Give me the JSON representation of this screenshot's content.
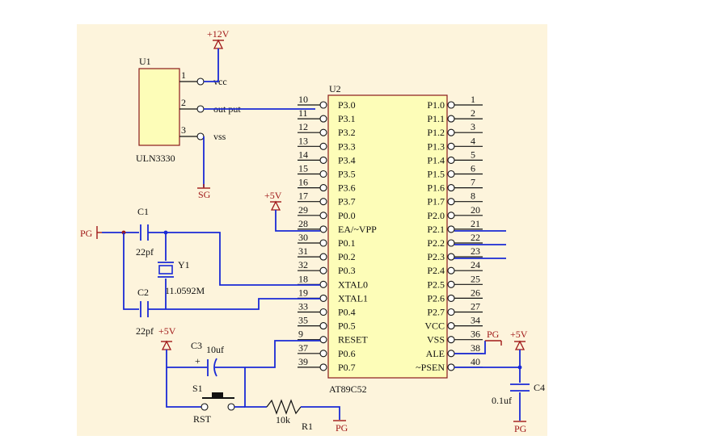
{
  "u1": {
    "designator": "U1",
    "part": "ULN3330",
    "pins": [
      {
        "num": "1",
        "name": "vcc"
      },
      {
        "num": "2",
        "name": "out put"
      },
      {
        "num": "3",
        "name": "vss"
      }
    ]
  },
  "u2": {
    "designator": "U2",
    "part": "AT89C52",
    "left_pins": [
      {
        "num": "10",
        "name": "P3.0"
      },
      {
        "num": "11",
        "name": "P3.1"
      },
      {
        "num": "12",
        "name": "P3.2"
      },
      {
        "num": "13",
        "name": "P3.3"
      },
      {
        "num": "14",
        "name": "P3.4"
      },
      {
        "num": "15",
        "name": "P3.5"
      },
      {
        "num": "16",
        "name": "P3.6"
      },
      {
        "num": "17",
        "name": "P3.7"
      },
      {
        "num": "29",
        "name": "P0.0"
      },
      {
        "num": "28",
        "name": "EA/~VPP"
      },
      {
        "num": "30",
        "name": "P0.1"
      },
      {
        "num": "31",
        "name": "P0.2"
      },
      {
        "num": "32",
        "name": "P0.3"
      },
      {
        "num": "18",
        "name": "XTAL0"
      },
      {
        "num": "19",
        "name": "XTAL1"
      },
      {
        "num": "33",
        "name": "P0.4"
      },
      {
        "num": "35",
        "name": "P0.5"
      },
      {
        "num": "9",
        "name": "RESET"
      },
      {
        "num": "37",
        "name": "P0.6"
      },
      {
        "num": "39",
        "name": "P0.7"
      }
    ],
    "right_pins": [
      {
        "num": "1",
        "name": "P1.0"
      },
      {
        "num": "2",
        "name": "P1.1"
      },
      {
        "num": "3",
        "name": "P1.2"
      },
      {
        "num": "4",
        "name": "P1.3"
      },
      {
        "num": "5",
        "name": "P1.4"
      },
      {
        "num": "6",
        "name": "P1.5"
      },
      {
        "num": "7",
        "name": "P1.6"
      },
      {
        "num": "8",
        "name": "P1.7"
      },
      {
        "num": "20",
        "name": "P2.0"
      },
      {
        "num": "21",
        "name": "P2.1"
      },
      {
        "num": "22",
        "name": "P2.2"
      },
      {
        "num": "23",
        "name": "P2.3"
      },
      {
        "num": "24",
        "name": "P2.4"
      },
      {
        "num": "25",
        "name": "P2.5"
      },
      {
        "num": "26",
        "name": "P2.6"
      },
      {
        "num": "27",
        "name": "P2.7"
      },
      {
        "num": "34",
        "name": "VCC"
      },
      {
        "num": "36",
        "name": "VSS"
      },
      {
        "num": "38",
        "name": "ALE"
      },
      {
        "num": "40",
        "name": "~PSEN"
      }
    ]
  },
  "power": {
    "p12v": "+12V",
    "p5v_ea": "+5V",
    "p5v_reset": "+5V",
    "p5v_c4": "+5V",
    "sg": "SG",
    "pg_left": "PG",
    "pg_vss": "PG",
    "pg_r1": "PG",
    "pg_c4": "PG"
  },
  "parts": {
    "c1_name": "C1",
    "c1_value": "22pf",
    "c2_name": "C2",
    "c2_value": "22pf",
    "y1_name": "Y1",
    "y1_value": "11.0592M",
    "c3_name": "C3",
    "c3_value": "10uf",
    "c3_polarity": "+",
    "s1_name": "S1",
    "s1_value": "RST",
    "r1_name": "R1",
    "r1_value": "10k",
    "c4_name": "C4",
    "c4_value": "0.1uf"
  },
  "colors": {
    "background": "#ffffff",
    "canvas": "#fdf4dc",
    "chip_fill": "#fdfdb8",
    "wire_blue": "#1a2ad6",
    "power_red": "#a01818"
  }
}
